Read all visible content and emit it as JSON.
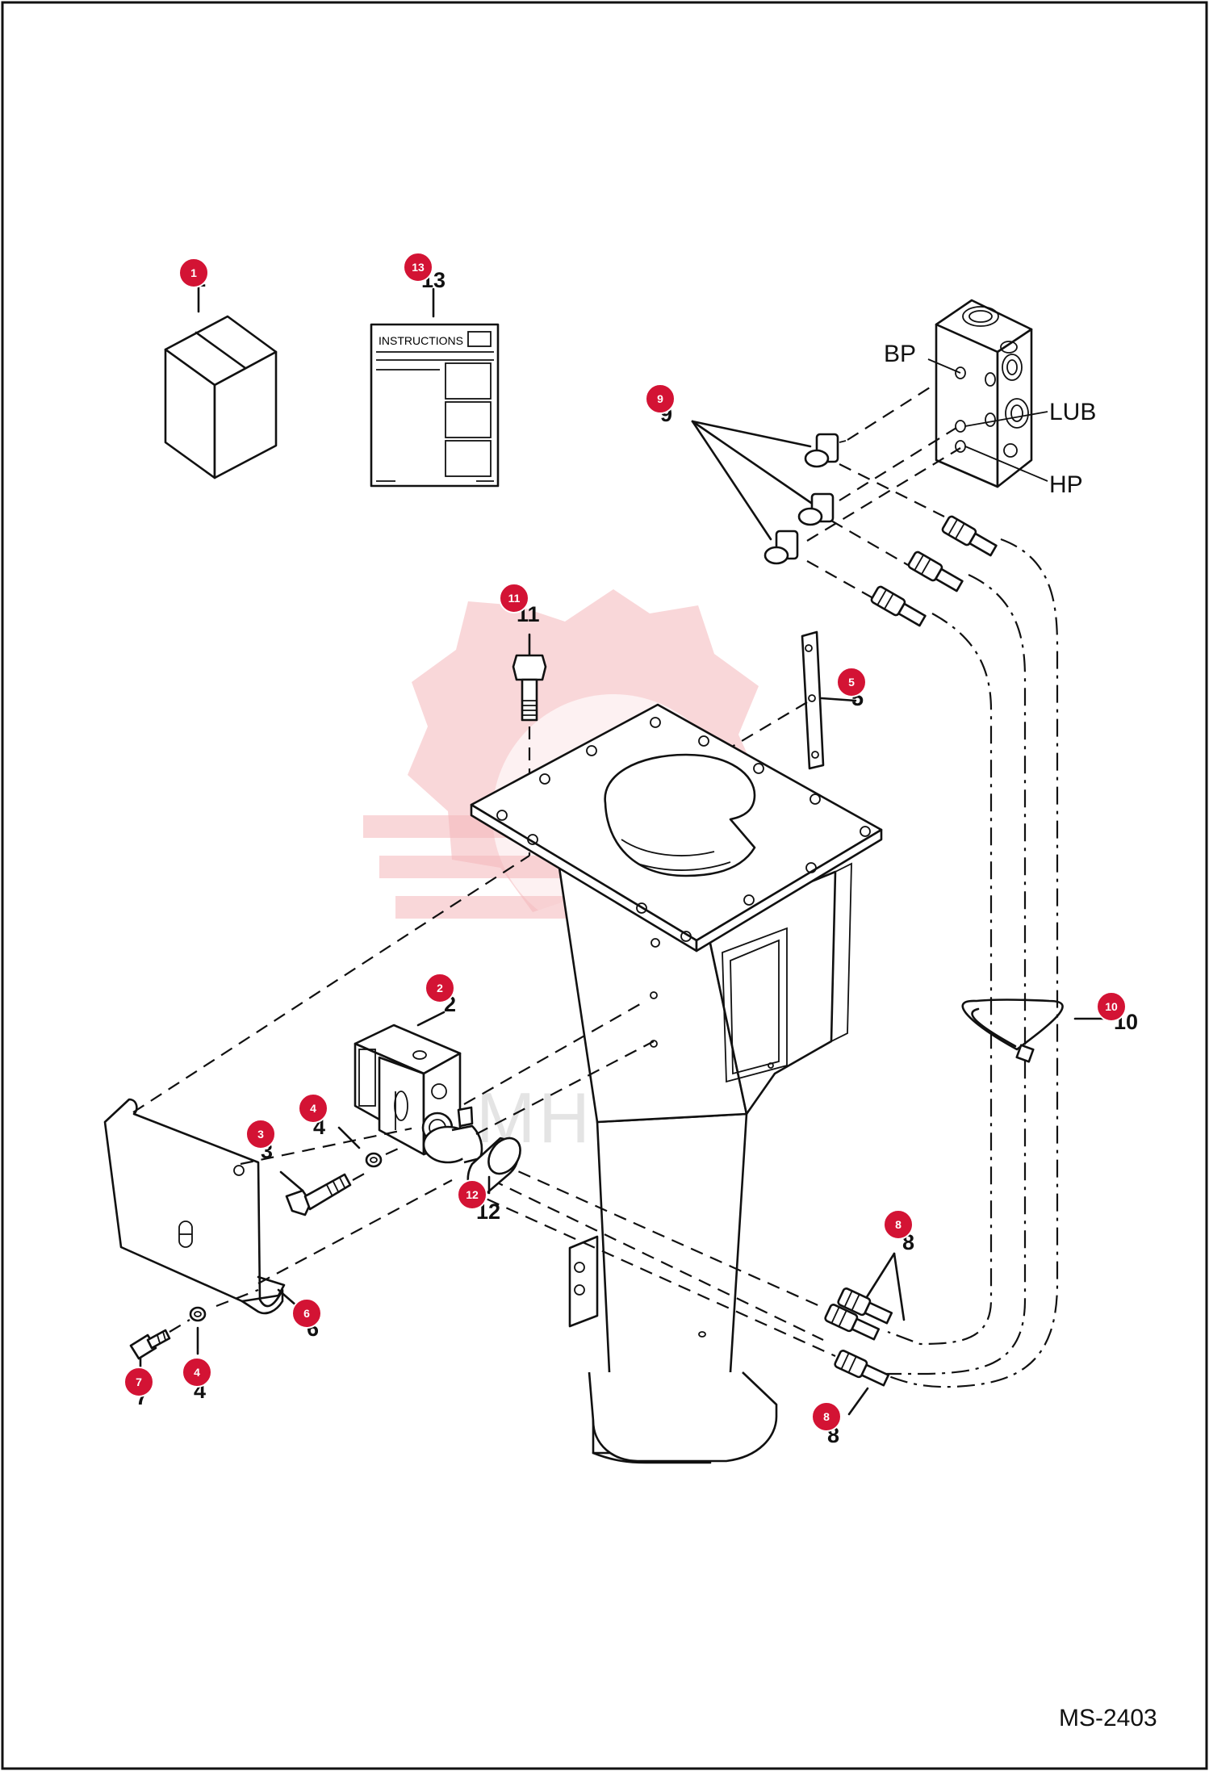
{
  "sheet": {
    "code": "MS-2403",
    "watermark": "MHTEX"
  },
  "ports": [
    {
      "id": "bp",
      "label": "BP"
    },
    {
      "id": "lub",
      "label": "LUB"
    },
    {
      "id": "hp",
      "label": "HP"
    }
  ],
  "instructions_sheet_text": "INSTRUCTIONS",
  "callouts": [
    {
      "id": "c1",
      "number": "1"
    },
    {
      "id": "c13",
      "number": "13"
    },
    {
      "id": "c9",
      "number": "9"
    },
    {
      "id": "c11",
      "number": "11"
    },
    {
      "id": "c5",
      "number": "5"
    },
    {
      "id": "c2",
      "number": "2"
    },
    {
      "id": "c10",
      "number": "10"
    },
    {
      "id": "c4a",
      "number": "4"
    },
    {
      "id": "c3",
      "number": "3"
    },
    {
      "id": "c12",
      "number": "12"
    },
    {
      "id": "c8a",
      "number": "8"
    },
    {
      "id": "c6",
      "number": "6"
    },
    {
      "id": "c7",
      "number": "7"
    },
    {
      "id": "c4b",
      "number": "4"
    },
    {
      "id": "c8b",
      "number": "8"
    }
  ],
  "badges": [
    {
      "id": "b1",
      "number": "1"
    },
    {
      "id": "b13",
      "number": "13"
    },
    {
      "id": "b9",
      "number": "9"
    },
    {
      "id": "b11",
      "number": "11"
    },
    {
      "id": "b5",
      "number": "5"
    },
    {
      "id": "b2",
      "number": "2"
    },
    {
      "id": "b10",
      "number": "10"
    },
    {
      "id": "b4a",
      "number": "4"
    },
    {
      "id": "b3",
      "number": "3"
    },
    {
      "id": "b12",
      "number": "12"
    },
    {
      "id": "b8a",
      "number": "8"
    },
    {
      "id": "b6",
      "number": "6"
    },
    {
      "id": "b7",
      "number": "7"
    },
    {
      "id": "b4b",
      "number": "4"
    },
    {
      "id": "b8b",
      "number": "8"
    }
  ],
  "colors": {
    "badge": "#d31334",
    "line": "#111111",
    "watermark": "#f4b6b9"
  }
}
